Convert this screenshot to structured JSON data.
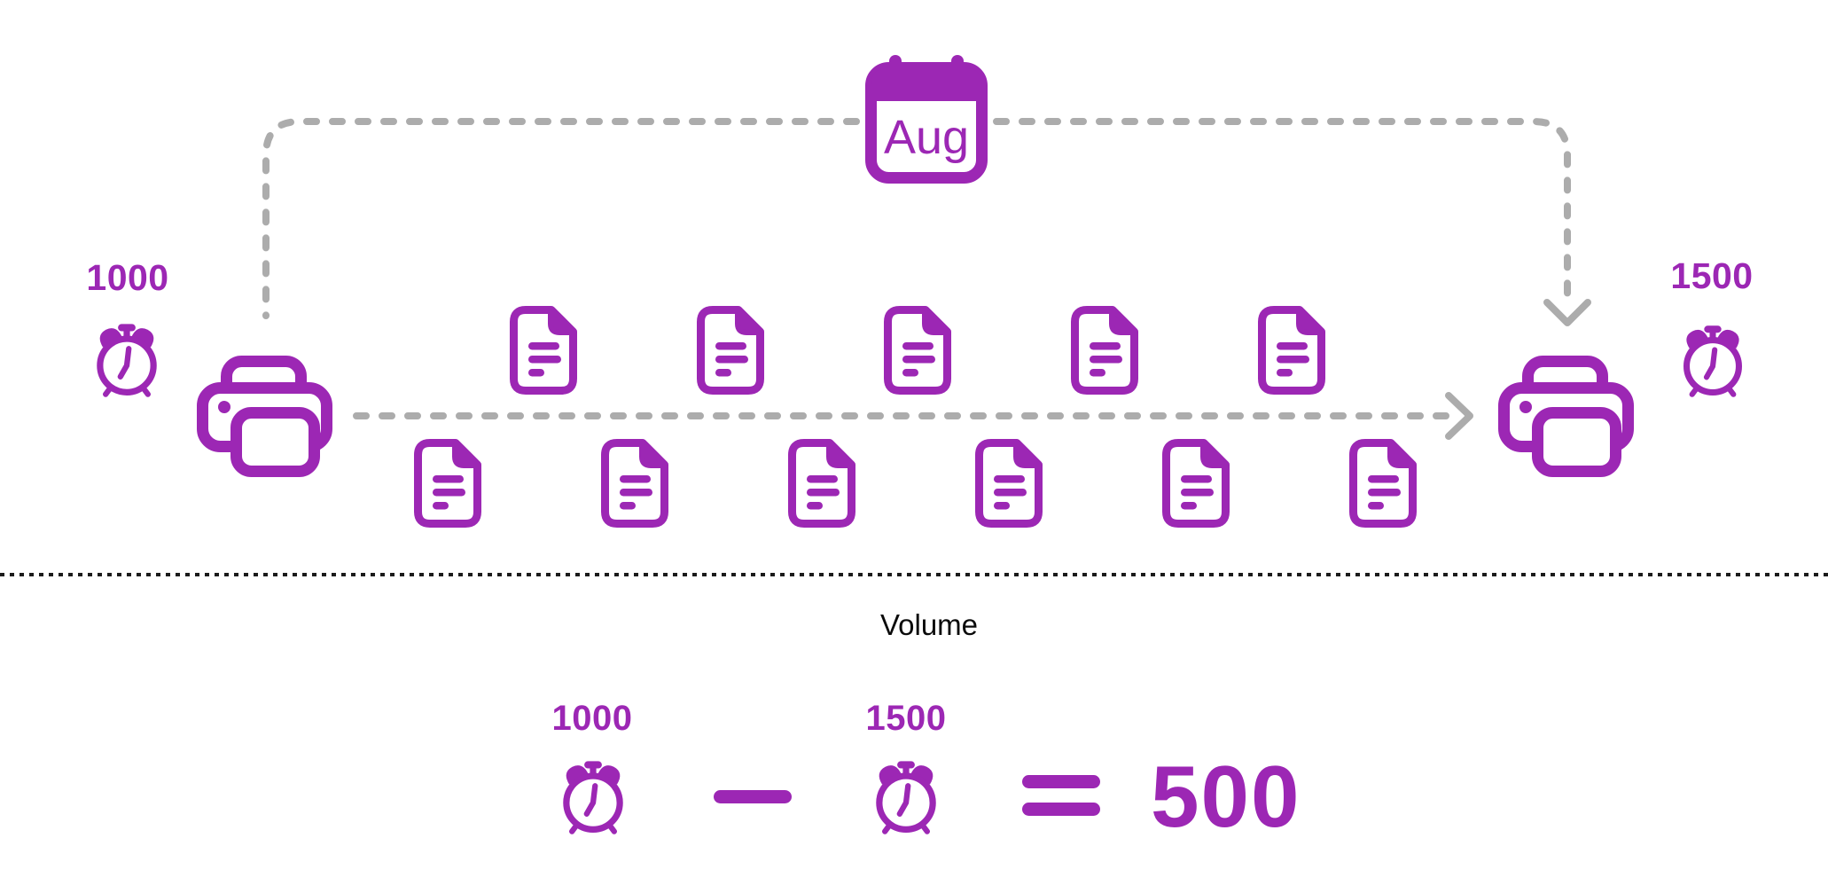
{
  "palette": {
    "purple": "#9C27B4",
    "gray": "#ACACAC",
    "ink": "#111111",
    "bg": "#FFFFFF"
  },
  "diagram": {
    "month_label": "Aug",
    "start_reading": "1000",
    "end_reading": "1500",
    "documents": {
      "top_count": 5,
      "bottom_count": 6
    },
    "icons": [
      "calendar-icon",
      "alarm-clock-icon",
      "printer-icon",
      "document-icon",
      "dashed-arrow-down-icon",
      "dashed-arrow-right-icon"
    ]
  },
  "formula": {
    "title": "Volume",
    "start_label": "1000",
    "end_label": "1500",
    "minus_icon": "minus-operator-icon",
    "equals_icon": "equals-operator-icon",
    "result": "500"
  }
}
